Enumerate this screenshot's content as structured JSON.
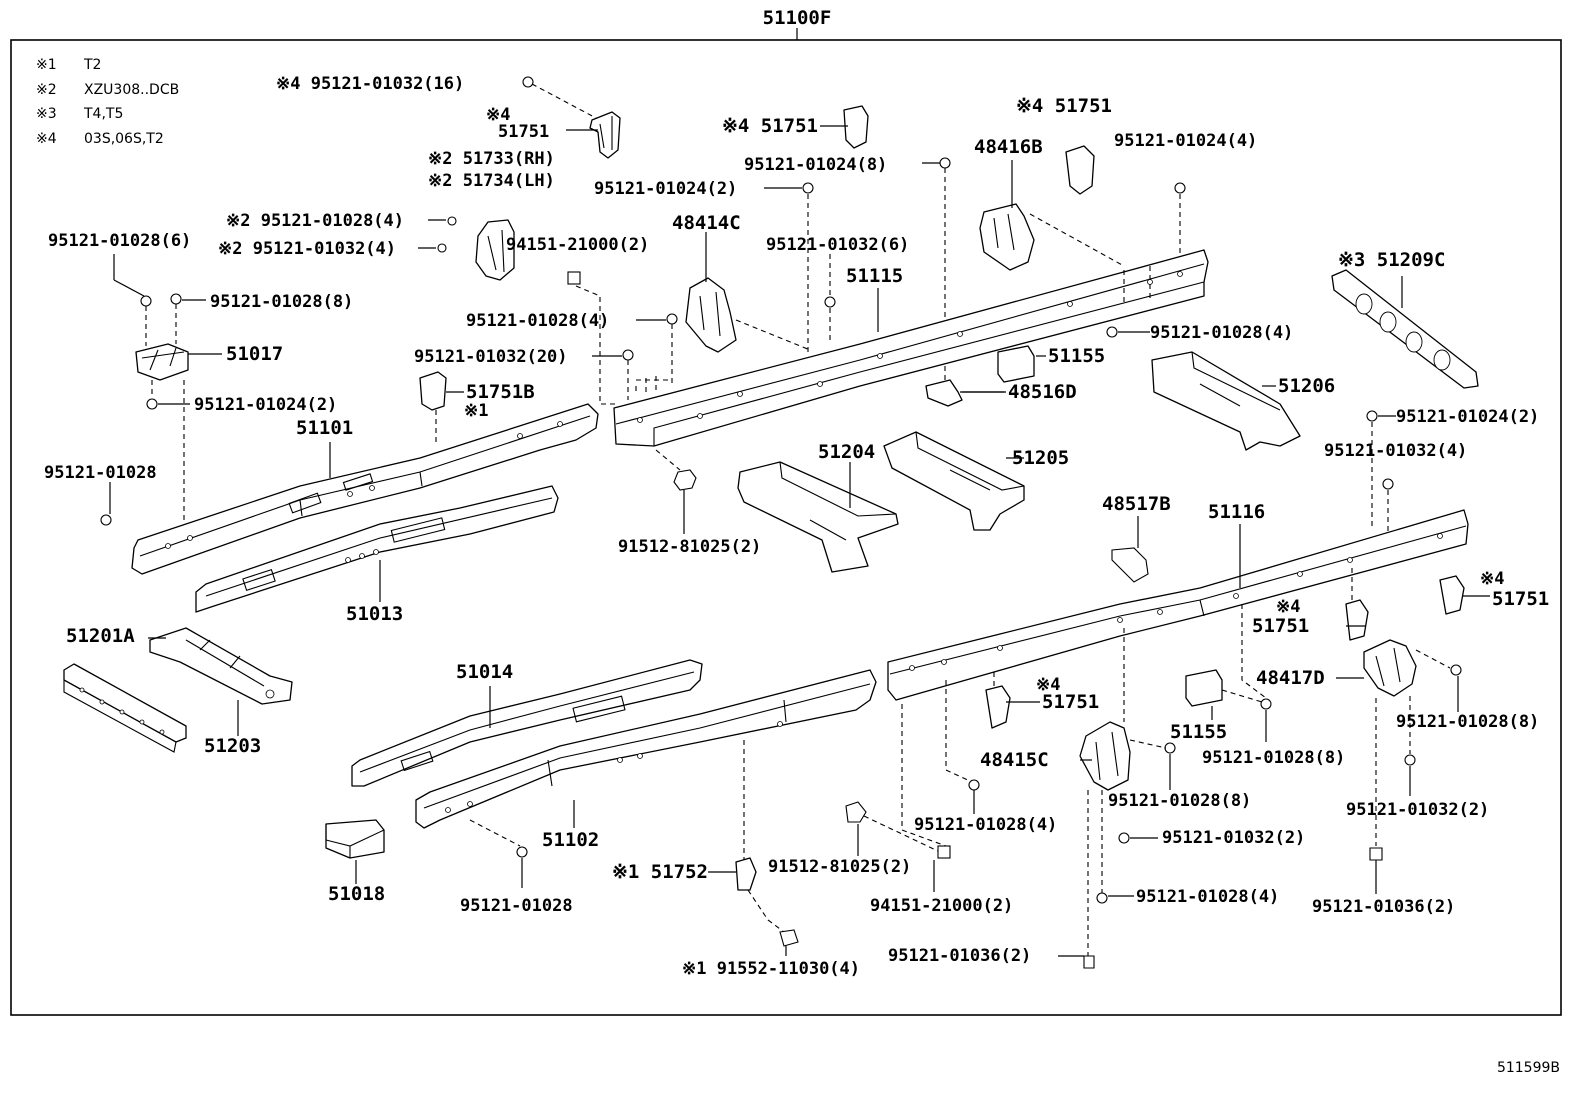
{
  "assembly_label": "51100F",
  "diagram_ref": "511599B",
  "notes": [
    {
      "mark": "※1",
      "text": "T2"
    },
    {
      "mark": "※2",
      "text": "XZU308..DCB"
    },
    {
      "mark": "※3",
      "text": "T4,T5"
    },
    {
      "mark": "※4",
      "text": "03S,06S,T2"
    }
  ],
  "callouts": [
    "※4 95121-01032(16)",
    "※4",
    "51751",
    "※2 51733(RH)",
    "※2 51734(LH)",
    "※2 95121-01028(4)",
    "※2 95121-01032(4)",
    "95121-01028(6)",
    "95121-01028(8)",
    "51017",
    "95121-01024(2)",
    "51751B",
    "※1",
    "51101",
    "95121-01028",
    "51013",
    "51201A",
    "51203",
    "51014",
    "51102",
    "95121-01028",
    "51018",
    "※4 51751",
    "95121-01024(8)",
    "95121-01024(2)",
    "48414C",
    "94151-21000(2)",
    "95121-01032(6)",
    "51115",
    "95121-01028(4)",
    "95121-01032(20)",
    "91512-81025(2)",
    "51204",
    "51205",
    "48416B",
    "※4 51751",
    "95121-01024(4)",
    "51155",
    "48516D",
    "95121-01028(4)",
    "※3 51209C",
    "51206",
    "95121-01024(2)",
    "95121-01032(4)",
    "48517B",
    "51116",
    "※4",
    "51751",
    "※4",
    "51751",
    "48417D",
    "95121-01028(8)",
    "51155",
    "95121-01028(8)",
    "※4",
    "51751",
    "48415C",
    "95121-01028(4)",
    "95121-01028(8)",
    "95121-01032(2)",
    "95121-01032(2)",
    "95121-01028(4)",
    "95121-01036(2)",
    "95121-01036(2)",
    "※1 51752",
    "91512-81025(2)",
    "94151-21000(2)",
    "※1 91552-11030(4)"
  ]
}
